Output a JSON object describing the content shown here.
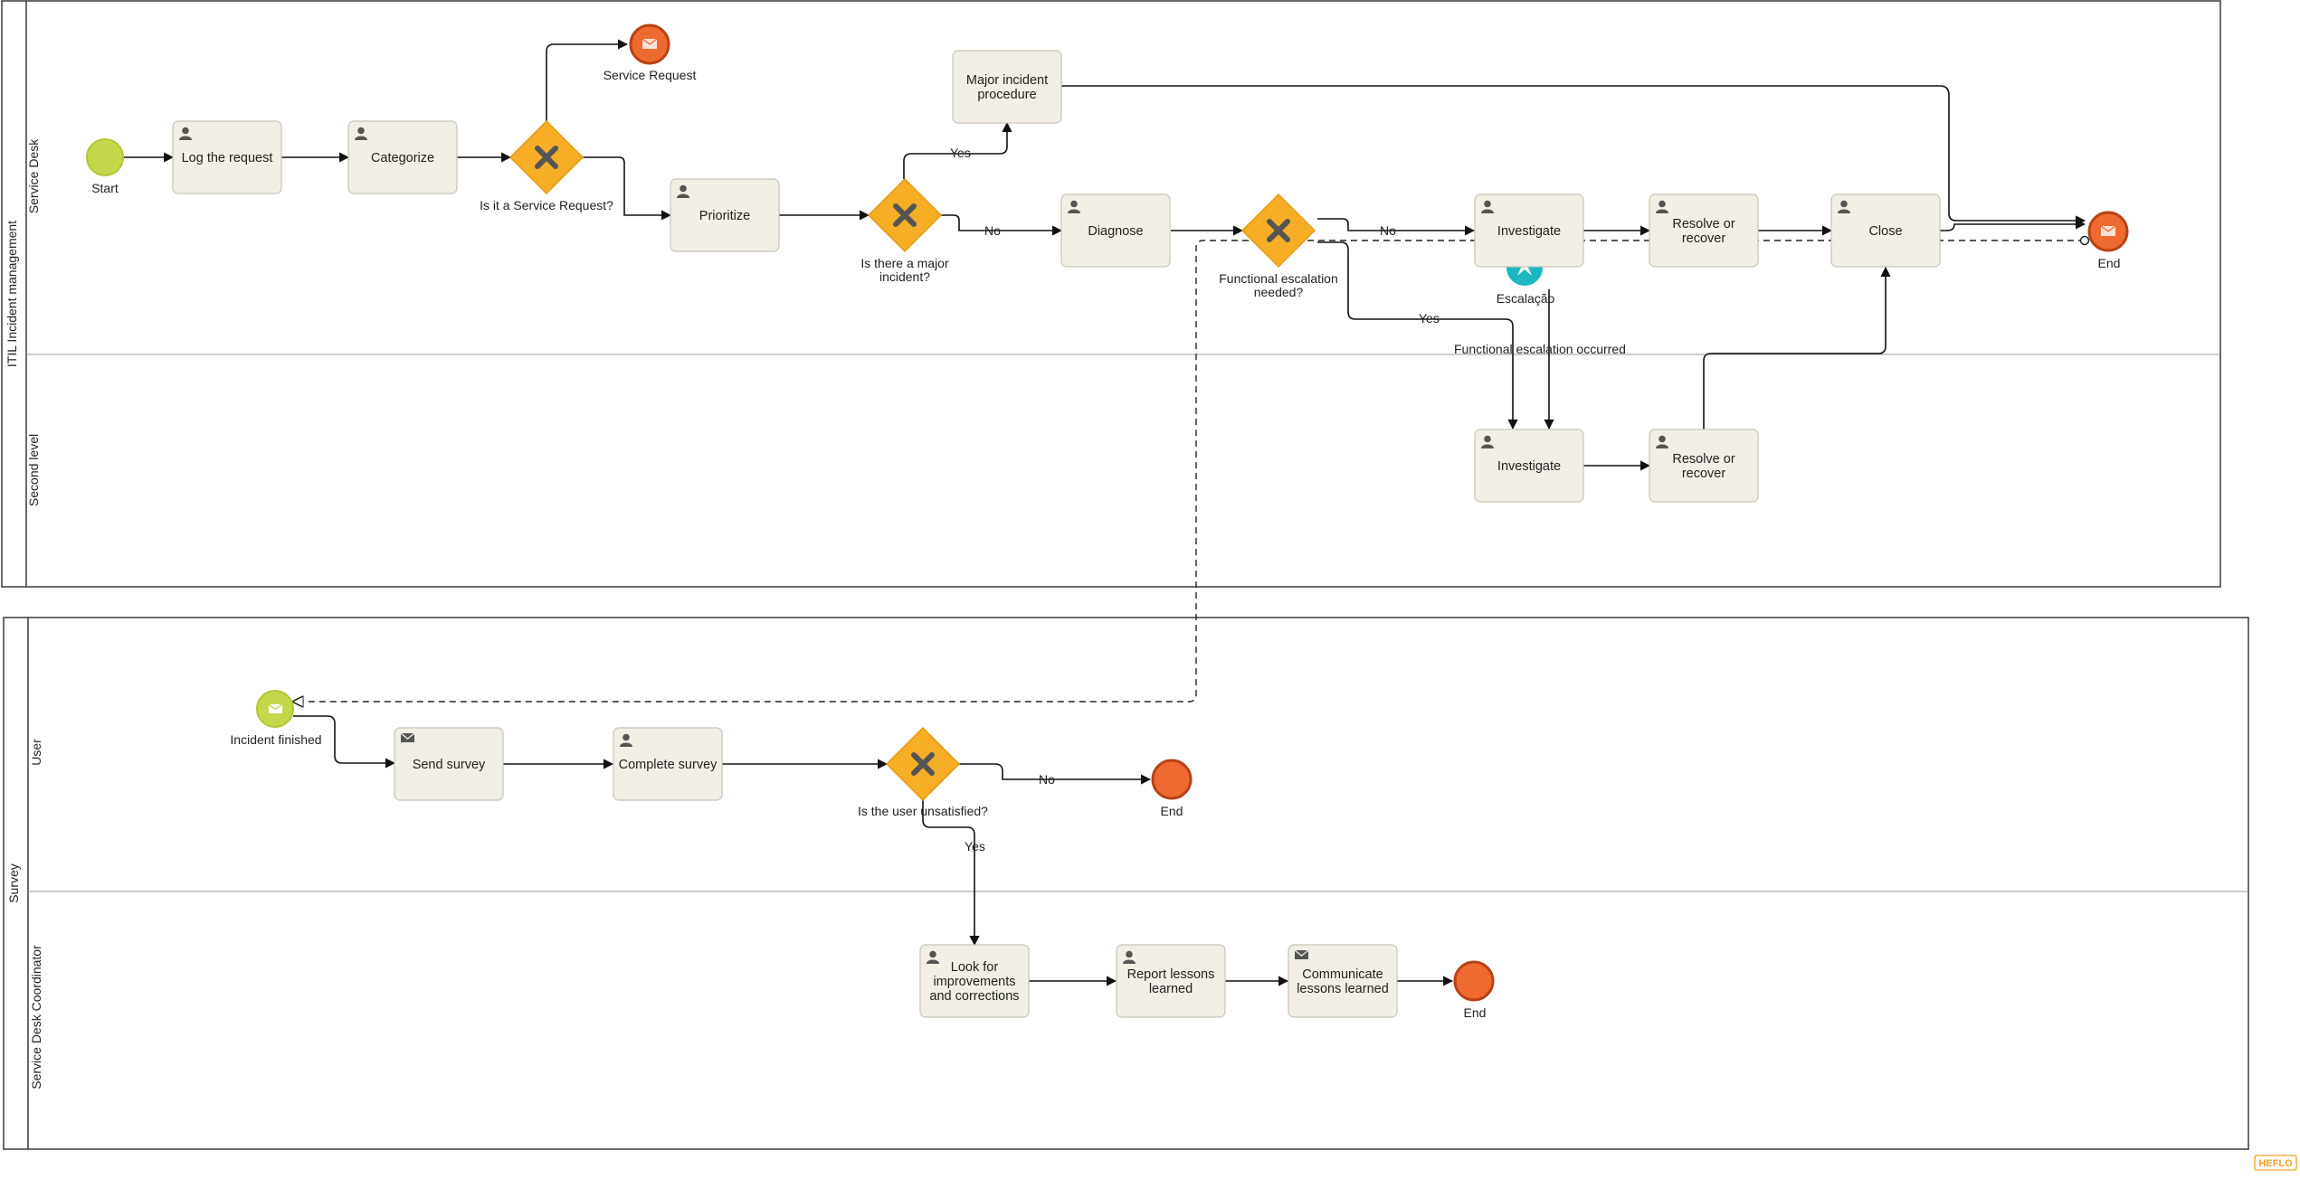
{
  "pools": [
    {
      "label": "ITIL Incident management",
      "lanes": [
        "Service Desk",
        "Second level"
      ]
    },
    {
      "label": "Survey",
      "lanes": [
        "User",
        "Service Desk Coordinator"
      ]
    }
  ],
  "tasks": {
    "log_request": [
      "Log the request"
    ],
    "categorize": [
      "Categorize"
    ],
    "prioritize": [
      "Prioritize"
    ],
    "major_incident": [
      "Major incident",
      "procedure"
    ],
    "diagnose": [
      "Diagnose"
    ],
    "investigate_sd": [
      "Investigate"
    ],
    "resolve_sd": [
      "Resolve or",
      "recover"
    ],
    "close": [
      "Close"
    ],
    "investigate_sl": [
      "Investigate"
    ],
    "resolve_sl": [
      "Resolve or",
      "recover"
    ],
    "send_survey": [
      "Send survey"
    ],
    "complete_survey": [
      "Complete survey"
    ],
    "look_improvements": [
      "Look for",
      "improvements",
      "and corrections"
    ],
    "report_lessons": [
      "Report lessons",
      "learned"
    ],
    "communicate_lessons": [
      "Communicate",
      "lessons learned"
    ]
  },
  "gateways": {
    "service_request": [
      "Is it a Service Request?"
    ],
    "major": [
      "Is there a major",
      "incident?"
    ],
    "escalation": [
      "Functional escalation",
      "needed?"
    ],
    "unsatisfied": [
      "Is the user unsatisfied?"
    ]
  },
  "events": {
    "start": "Start",
    "service_request_end": "Service Request",
    "end_incident": "End",
    "escalation_event": "Escalação",
    "incident_finished": "Incident finished",
    "end_survey": "End",
    "end_coordinator": "End"
  },
  "flow_labels": {
    "yes_major": "Yes",
    "no_major": "No",
    "no_escalation": "No",
    "yes_escalation": "Yes",
    "escalation_occurred": "Functional escalation occurred",
    "no_unsatisfied": "No",
    "yes_unsatisfied": "Yes"
  },
  "brand": "HEFLO",
  "colors": {
    "start_event": "#c5d84a",
    "end_event": "#ef6a30",
    "gateway": "#f5ae26",
    "boundary_event": "#1bb8c4",
    "task_fill": "#f2efe6",
    "task_icon": "#555555"
  }
}
